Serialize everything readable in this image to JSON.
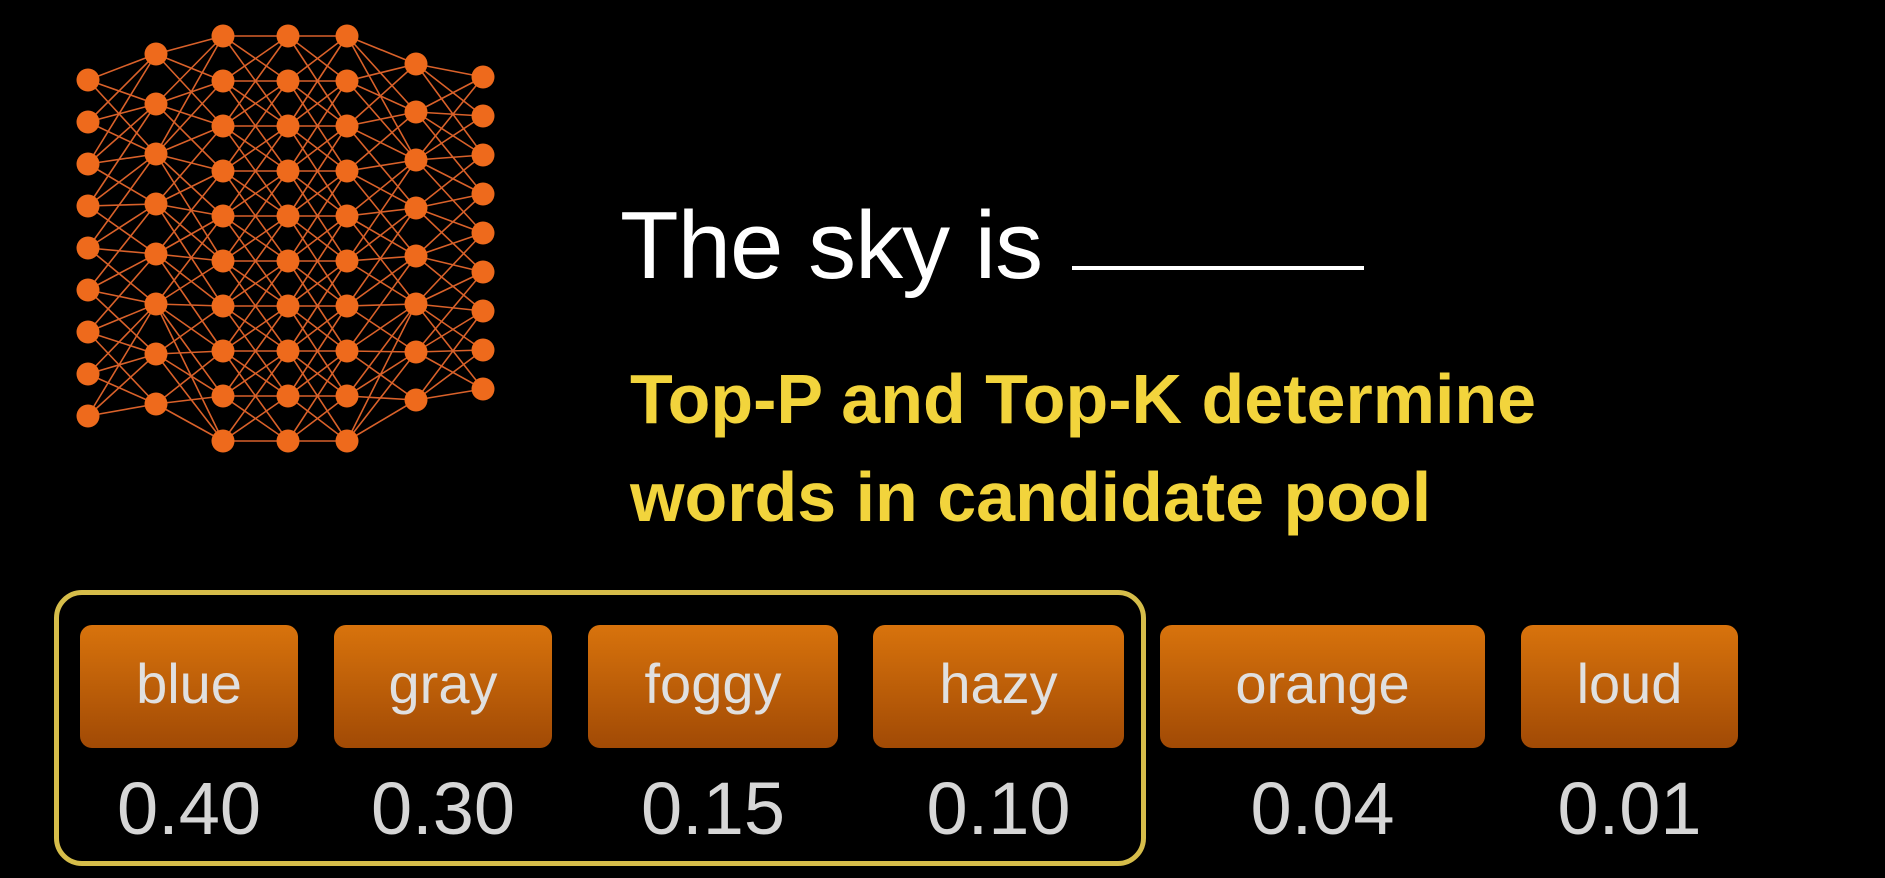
{
  "prompt": {
    "text": "The sky is"
  },
  "caption": {
    "line1": "Top-P and Top-K determine",
    "line2": "words in candidate pool"
  },
  "candidates": [
    {
      "word": "blue",
      "prob": "0.40",
      "in_pool": true
    },
    {
      "word": "gray",
      "prob": "0.30",
      "in_pool": true
    },
    {
      "word": "foggy",
      "prob": "0.15",
      "in_pool": true
    },
    {
      "word": "hazy",
      "prob": "0.10",
      "in_pool": true
    },
    {
      "word": "orange",
      "prob": "0.04",
      "in_pool": false
    },
    {
      "word": "loud",
      "prob": "0.01",
      "in_pool": false
    }
  ],
  "colors": {
    "background": "#000000",
    "prompt_text": "#ffffff",
    "caption_text": "#f2d43c",
    "pool_border": "#d6bd4a",
    "word_chip": "#c0600a",
    "node": "#ee6a1c",
    "edge": "#d9612a"
  },
  "icons": {
    "network": "neural-network-icon"
  }
}
